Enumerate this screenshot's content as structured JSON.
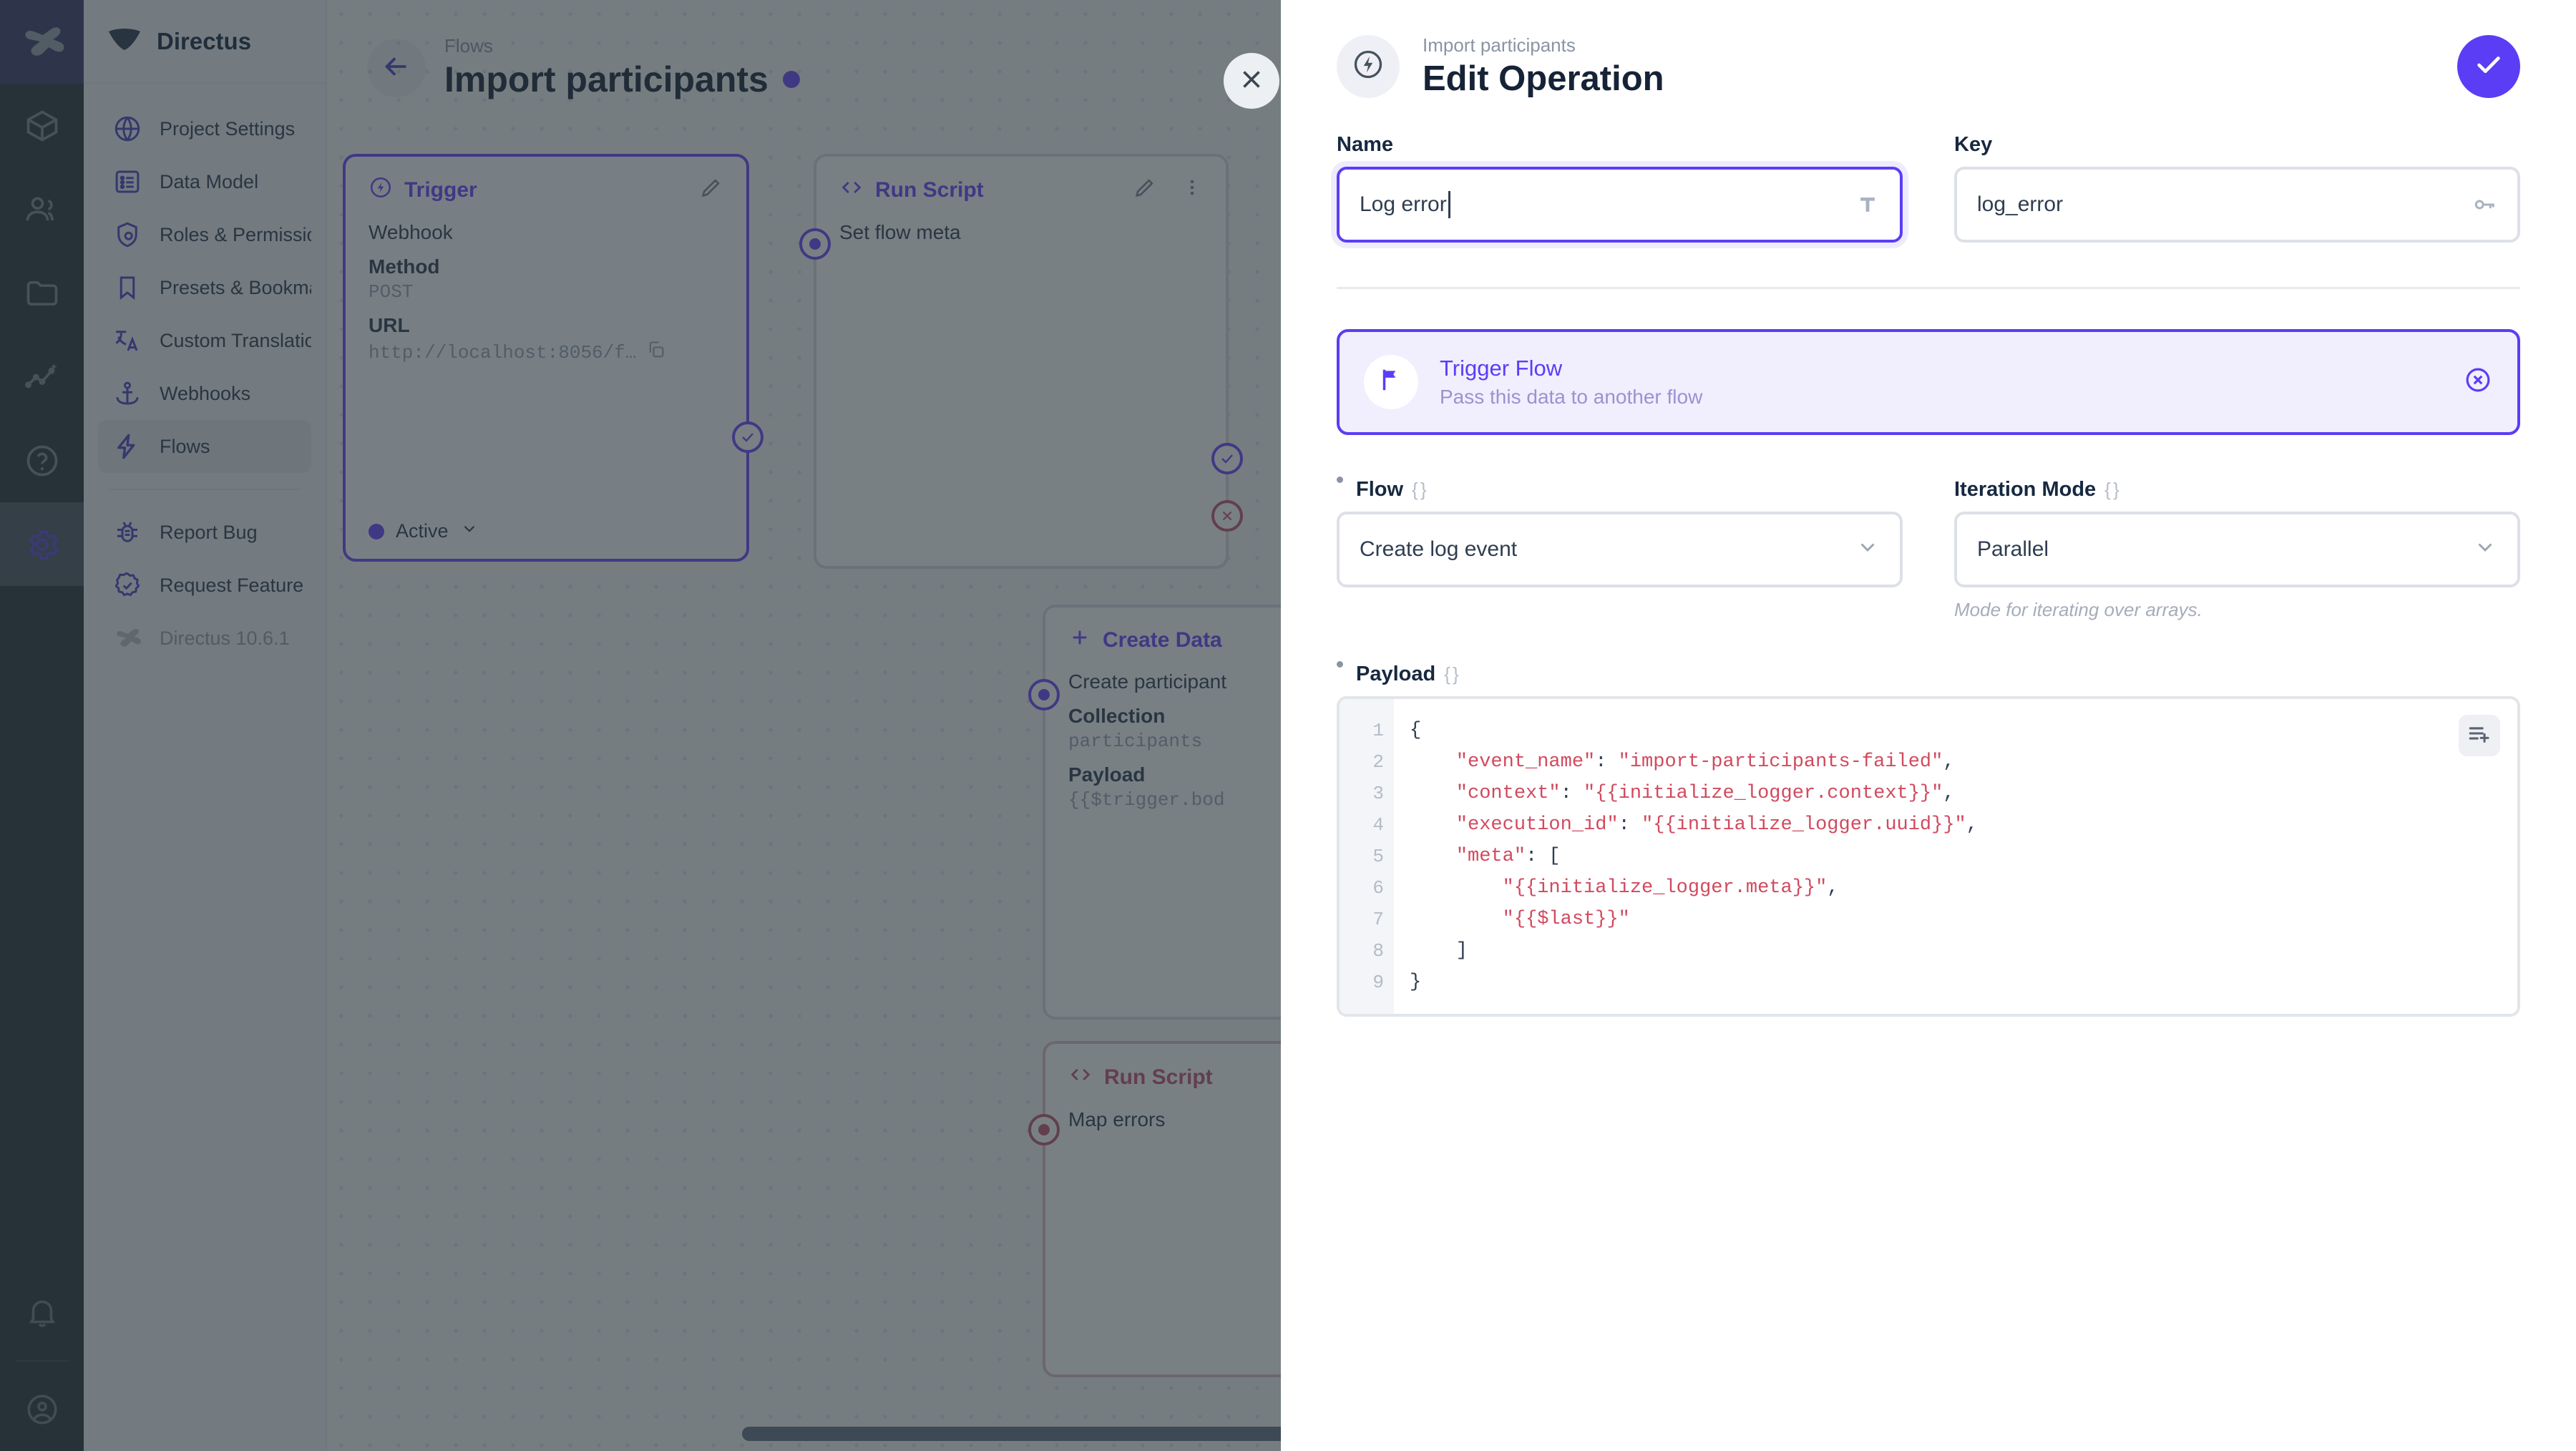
{
  "colors": {
    "accent": "#5b3df5",
    "accent_soft": "#f1eefe",
    "error": "#c3546f",
    "text": "#172940",
    "muted": "#8b94a3"
  },
  "rail": {
    "logo_icon": "rabbit-logo-icon",
    "items": [
      {
        "icon": "box-icon",
        "name": "content"
      },
      {
        "icon": "users-icon",
        "name": "user-directory"
      },
      {
        "icon": "folder-icon",
        "name": "file-library"
      },
      {
        "icon": "insights-icon",
        "name": "insights"
      },
      {
        "icon": "help-icon",
        "name": "help"
      },
      {
        "icon": "gear-icon",
        "name": "settings",
        "active": true
      }
    ],
    "bottom": [
      {
        "icon": "bell-icon",
        "name": "notifications"
      },
      {
        "icon": "account-icon",
        "name": "account"
      }
    ]
  },
  "sidebar": {
    "title": "Directus",
    "logo_icon": "directus-mark-icon",
    "items": [
      {
        "label": "Project Settings",
        "icon": "globe-icon",
        "active": false
      },
      {
        "label": "Data Model",
        "icon": "list-box-icon",
        "active": false
      },
      {
        "label": "Roles & Permissions",
        "icon": "shield-icon",
        "active": false
      },
      {
        "label": "Presets & Bookmar…",
        "icon": "bookmark-icon",
        "active": false
      },
      {
        "label": "Custom Translations",
        "icon": "translate-icon",
        "active": false
      },
      {
        "label": "Webhooks",
        "icon": "anchor-icon",
        "active": false
      },
      {
        "label": "Flows",
        "icon": "bolt-icon",
        "active": true
      }
    ],
    "footer_items": [
      {
        "label": "Report Bug",
        "icon": "bug-icon"
      },
      {
        "label": "Request Feature",
        "icon": "badge-check-icon"
      }
    ],
    "version": "Directus 10.6.1",
    "version_icon": "rabbit-icon"
  },
  "canvas": {
    "back_icon": "arrow-left-icon",
    "breadcrumb": "Flows",
    "title": "Import participants",
    "status_dot": true,
    "close_icon": "close-icon",
    "nodes": [
      {
        "type": "trigger",
        "icon": "bolt-circle-icon",
        "heading": "Trigger",
        "edit_icon": "pencil-icon",
        "subtitle": "Webhook",
        "fields": [
          {
            "label": "Method",
            "value": "POST"
          },
          {
            "label": "URL",
            "value": "http://localhost:8056/f…",
            "copy_icon": "copy-icon"
          }
        ],
        "status": "Active",
        "status_chevron_icon": "chevron-down-icon"
      },
      {
        "type": "operation",
        "icon": "code-icon",
        "heading": "Run Script",
        "edit_icon": "pencil-icon",
        "menu_icon": "dots-vertical-icon",
        "subtitle": "Set flow meta"
      },
      {
        "type": "operation",
        "icon": "plus-icon",
        "heading": "Create Data",
        "subtitle": "Create participant",
        "fields": [
          {
            "label": "Collection",
            "value": "participants"
          },
          {
            "label": "Payload",
            "value": "{{$trigger.bod"
          }
        ]
      },
      {
        "type": "operation-error",
        "icon": "code-icon",
        "heading": "Run Script",
        "subtitle": "Map errors"
      }
    ]
  },
  "drawer": {
    "avatar_icon": "bolt-circle-icon",
    "breadcrumb": "Import participants",
    "title": "Edit Operation",
    "save_icon": "check-icon",
    "name_field": {
      "label": "Name",
      "value": "Log error",
      "suffix_icon": "text-format-icon",
      "focused": true
    },
    "key_field": {
      "label": "Key",
      "value": "log_error",
      "suffix_icon": "key-icon"
    },
    "operation_card": {
      "icon": "flag-icon",
      "title": "Trigger Flow",
      "subtitle": "Pass this data to another flow",
      "deselect_icon": "close-circle-icon"
    },
    "flow_field": {
      "label": "Flow",
      "braces": "{ }",
      "required": true,
      "value": "Create log event",
      "chevron_icon": "chevron-down-icon"
    },
    "iteration_field": {
      "label": "Iteration Mode",
      "braces": "{ }",
      "required": false,
      "value": "Parallel",
      "chevron_icon": "chevron-down-icon",
      "hint": "Mode for iterating over arrays."
    },
    "payload_field": {
      "label": "Payload",
      "braces": "{ }",
      "required": true,
      "insert_icon": "playlist-add-icon",
      "line_numbers": [
        1,
        2,
        3,
        4,
        5,
        6,
        7,
        8,
        9
      ],
      "lines": [
        {
          "parts": [
            {
              "t": "{",
              "k": "p"
            }
          ]
        },
        {
          "parts": [
            {
              "t": "    ",
              "k": "p"
            },
            {
              "t": "\"event_name\"",
              "k": "s"
            },
            {
              "t": ": ",
              "k": "p"
            },
            {
              "t": "\"import-participants-failed\"",
              "k": "s"
            },
            {
              "t": ",",
              "k": "p"
            }
          ]
        },
        {
          "parts": [
            {
              "t": "    ",
              "k": "p"
            },
            {
              "t": "\"context\"",
              "k": "s"
            },
            {
              "t": ": ",
              "k": "p"
            },
            {
              "t": "\"{{initialize_logger.context}}\"",
              "k": "s"
            },
            {
              "t": ",",
              "k": "p"
            }
          ]
        },
        {
          "parts": [
            {
              "t": "    ",
              "k": "p"
            },
            {
              "t": "\"execution_id\"",
              "k": "s"
            },
            {
              "t": ": ",
              "k": "p"
            },
            {
              "t": "\"{{initialize_logger.uuid}}\"",
              "k": "s"
            },
            {
              "t": ",",
              "k": "p"
            }
          ]
        },
        {
          "parts": [
            {
              "t": "    ",
              "k": "p"
            },
            {
              "t": "\"meta\"",
              "k": "s"
            },
            {
              "t": ": [",
              "k": "p"
            }
          ]
        },
        {
          "parts": [
            {
              "t": "        ",
              "k": "p"
            },
            {
              "t": "\"{{initialize_logger.meta}}\"",
              "k": "s"
            },
            {
              "t": ",",
              "k": "p"
            }
          ]
        },
        {
          "parts": [
            {
              "t": "        ",
              "k": "p"
            },
            {
              "t": "\"{{$last}}\"",
              "k": "s"
            }
          ]
        },
        {
          "parts": [
            {
              "t": "    ]",
              "k": "p"
            }
          ]
        },
        {
          "parts": [
            {
              "t": "}",
              "k": "p"
            }
          ]
        }
      ]
    }
  }
}
